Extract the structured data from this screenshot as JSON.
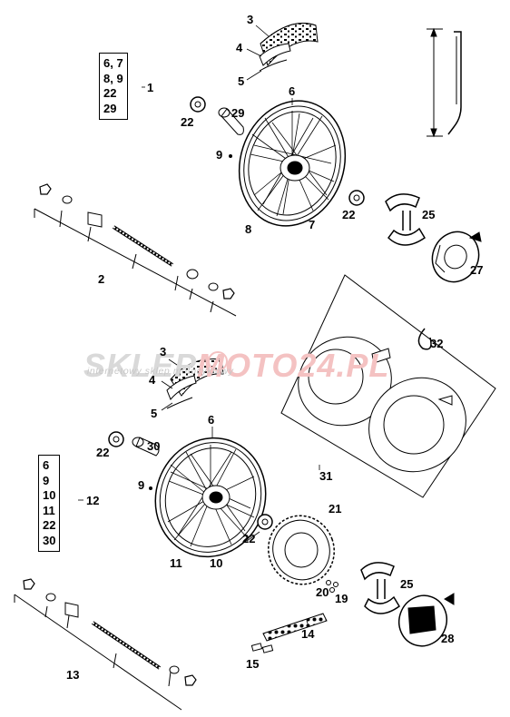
{
  "diagram": {
    "upper_kit_box": [
      "6, 7",
      "8, 9",
      "22",
      "29"
    ],
    "upper_kit_ref": "1",
    "lower_kit_box": [
      "6",
      "9",
      "10",
      "11",
      "22",
      "30"
    ],
    "lower_kit_ref": "12",
    "callouts": {
      "c3a": "3",
      "c4a": "4",
      "c5a": "5",
      "c6a": "6",
      "c22a": "22",
      "c29": "29",
      "c9a": "9",
      "c8": "8",
      "c7": "7",
      "c22b": "22",
      "c25a": "25",
      "c27": "27",
      "c2": "2",
      "c32": "32",
      "c3b": "3",
      "c4b": "4",
      "c5b": "5",
      "c6b": "6",
      "c22c": "22",
      "c30": "30",
      "c9b": "9",
      "c31": "31",
      "c21": "21",
      "c11": "11",
      "c10": "10",
      "c22d": "22",
      "c25b": "25",
      "c20": "20",
      "c19": "19",
      "c28": "28",
      "c14": "14",
      "c13": "13",
      "c15": "15"
    },
    "watermark": {
      "logo_left": "SKLEP",
      "logo_right": "MOTO24.PL",
      "tagline": "internetowy sklep motocyklowy"
    }
  }
}
